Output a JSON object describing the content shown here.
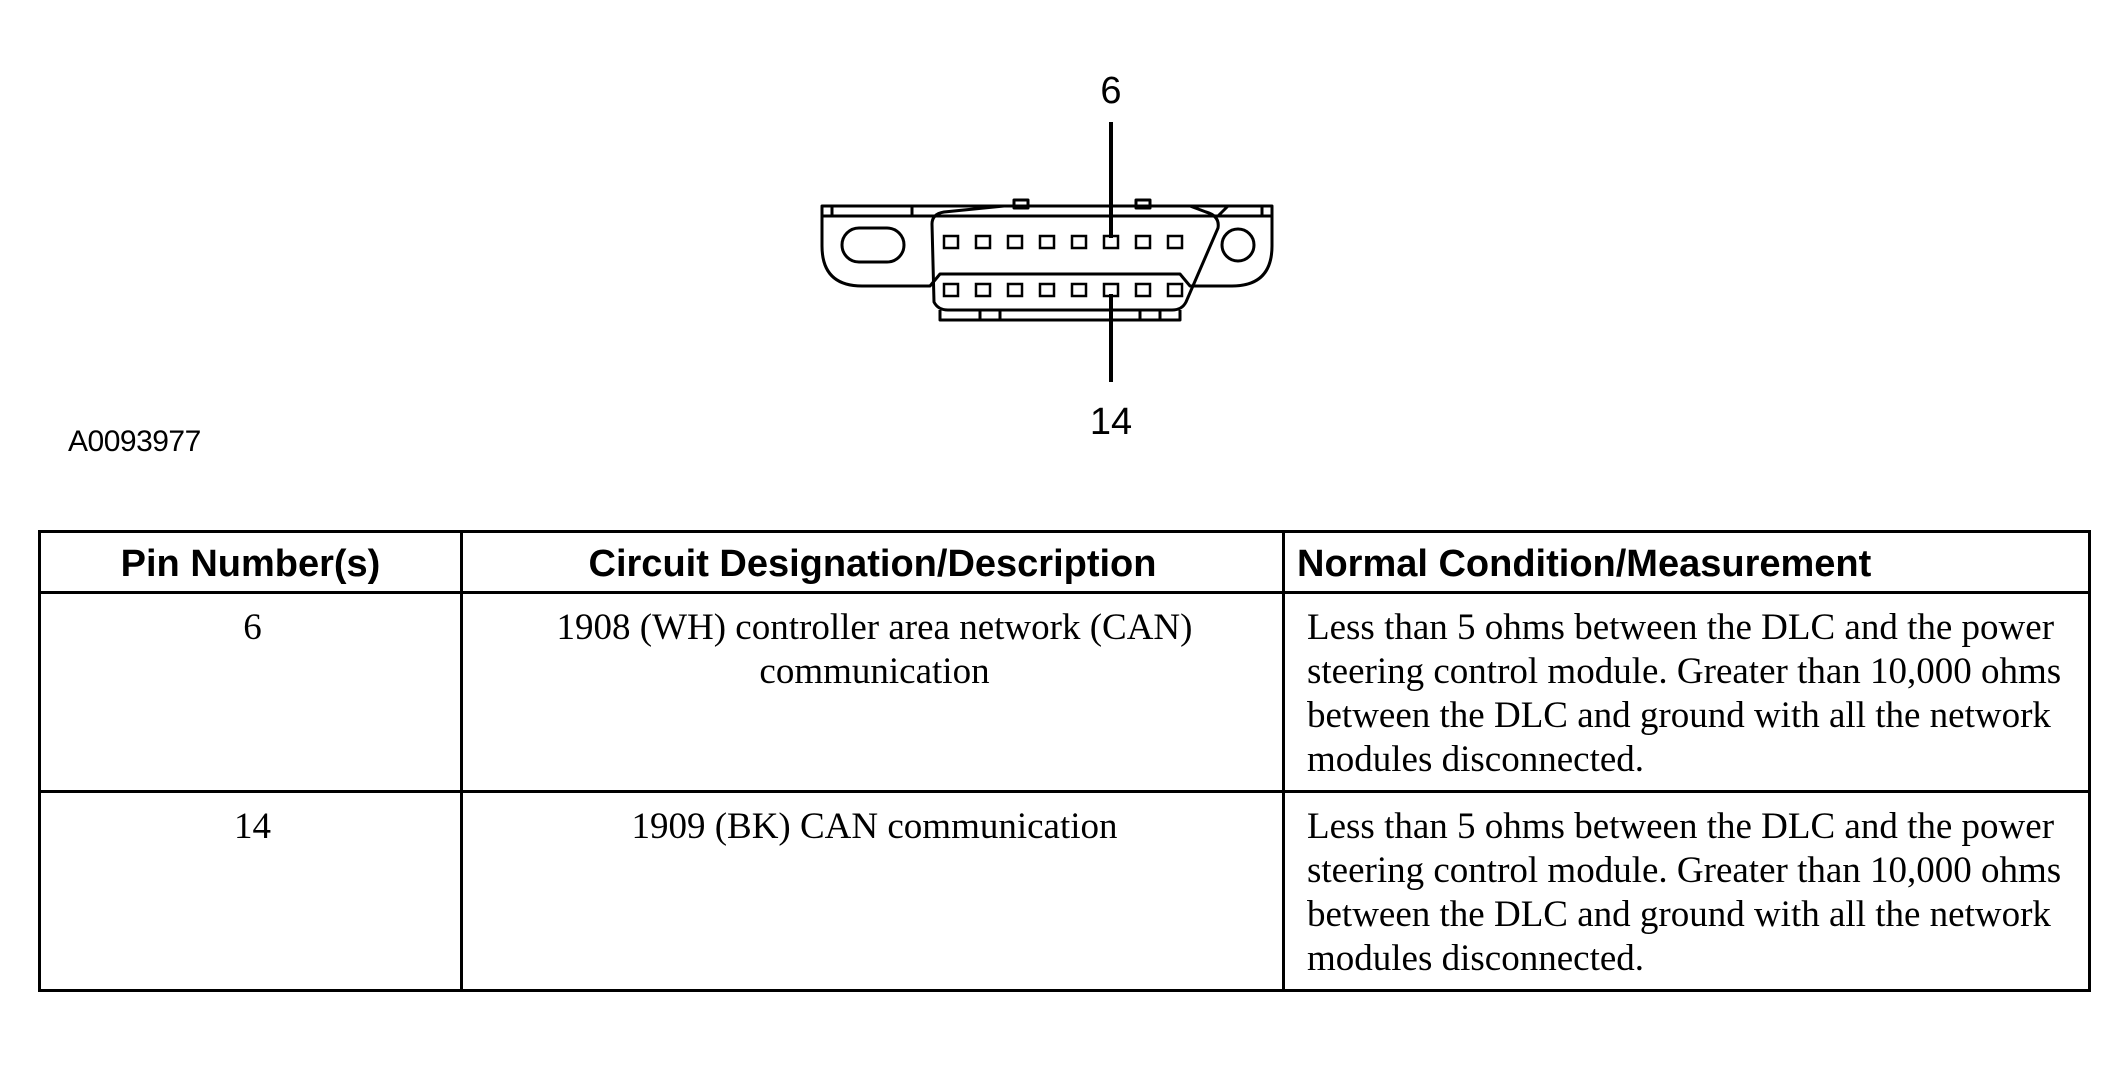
{
  "figure": {
    "id": "A0093977",
    "callout_top": "6",
    "callout_bottom": "14"
  },
  "table": {
    "headers": {
      "pin": "Pin Number(s)",
      "circuit": "Circuit Designation/Description",
      "condition": "Normal Condition/Measurement"
    },
    "rows": [
      {
        "pin": "6",
        "circuit": "1908 (WH) controller area network (CAN) communication",
        "condition": "Less than 5 ohms between the DLC and the power steering control module. Greater than 10,000 ohms between the DLC and ground with all the network modules disconnected."
      },
      {
        "pin": "14",
        "circuit": "1909 (BK) CAN communication",
        "condition": "Less than 5 ohms between the DLC and the power steering control module. Greater than 10,000 ohms between the DLC and ground with all the network modules disconnected."
      }
    ]
  }
}
